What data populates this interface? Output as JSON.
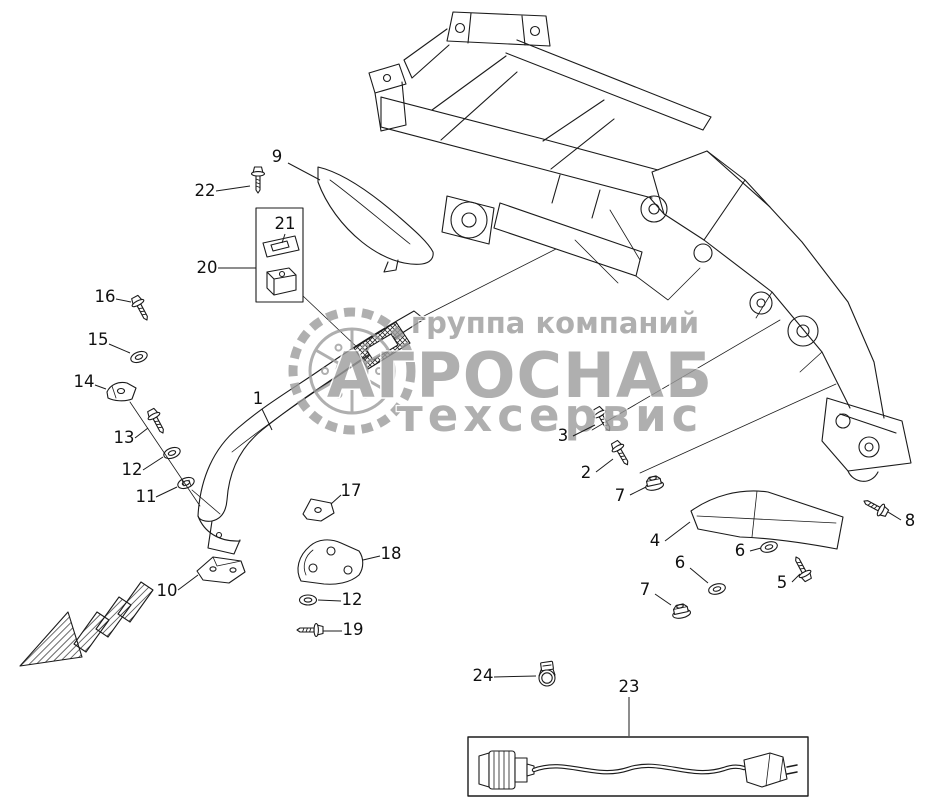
{
  "diagram": {
    "background": "#ffffff",
    "ink": "#1b1b1b"
  },
  "watermark": {
    "line1": "группа компаний",
    "line2": "АГРОСНАБ",
    "line3": "техсервис",
    "color": "#9c9c9c"
  },
  "callouts": {
    "c1": "1",
    "c2": "2",
    "c3": "3",
    "c4": "4",
    "c5": "5",
    "c6a": "6",
    "c6b": "6",
    "c7a": "7",
    "c7b": "7",
    "c8": "8",
    "c9": "9",
    "c10": "10",
    "c11": "11",
    "c12a": "12",
    "c12b": "12",
    "c13": "13",
    "c14": "14",
    "c15": "15",
    "c16": "16",
    "c17": "17",
    "c18": "18",
    "c19": "19",
    "c20": "20",
    "c21": "21",
    "c22": "22",
    "c23": "23",
    "c24": "24"
  }
}
